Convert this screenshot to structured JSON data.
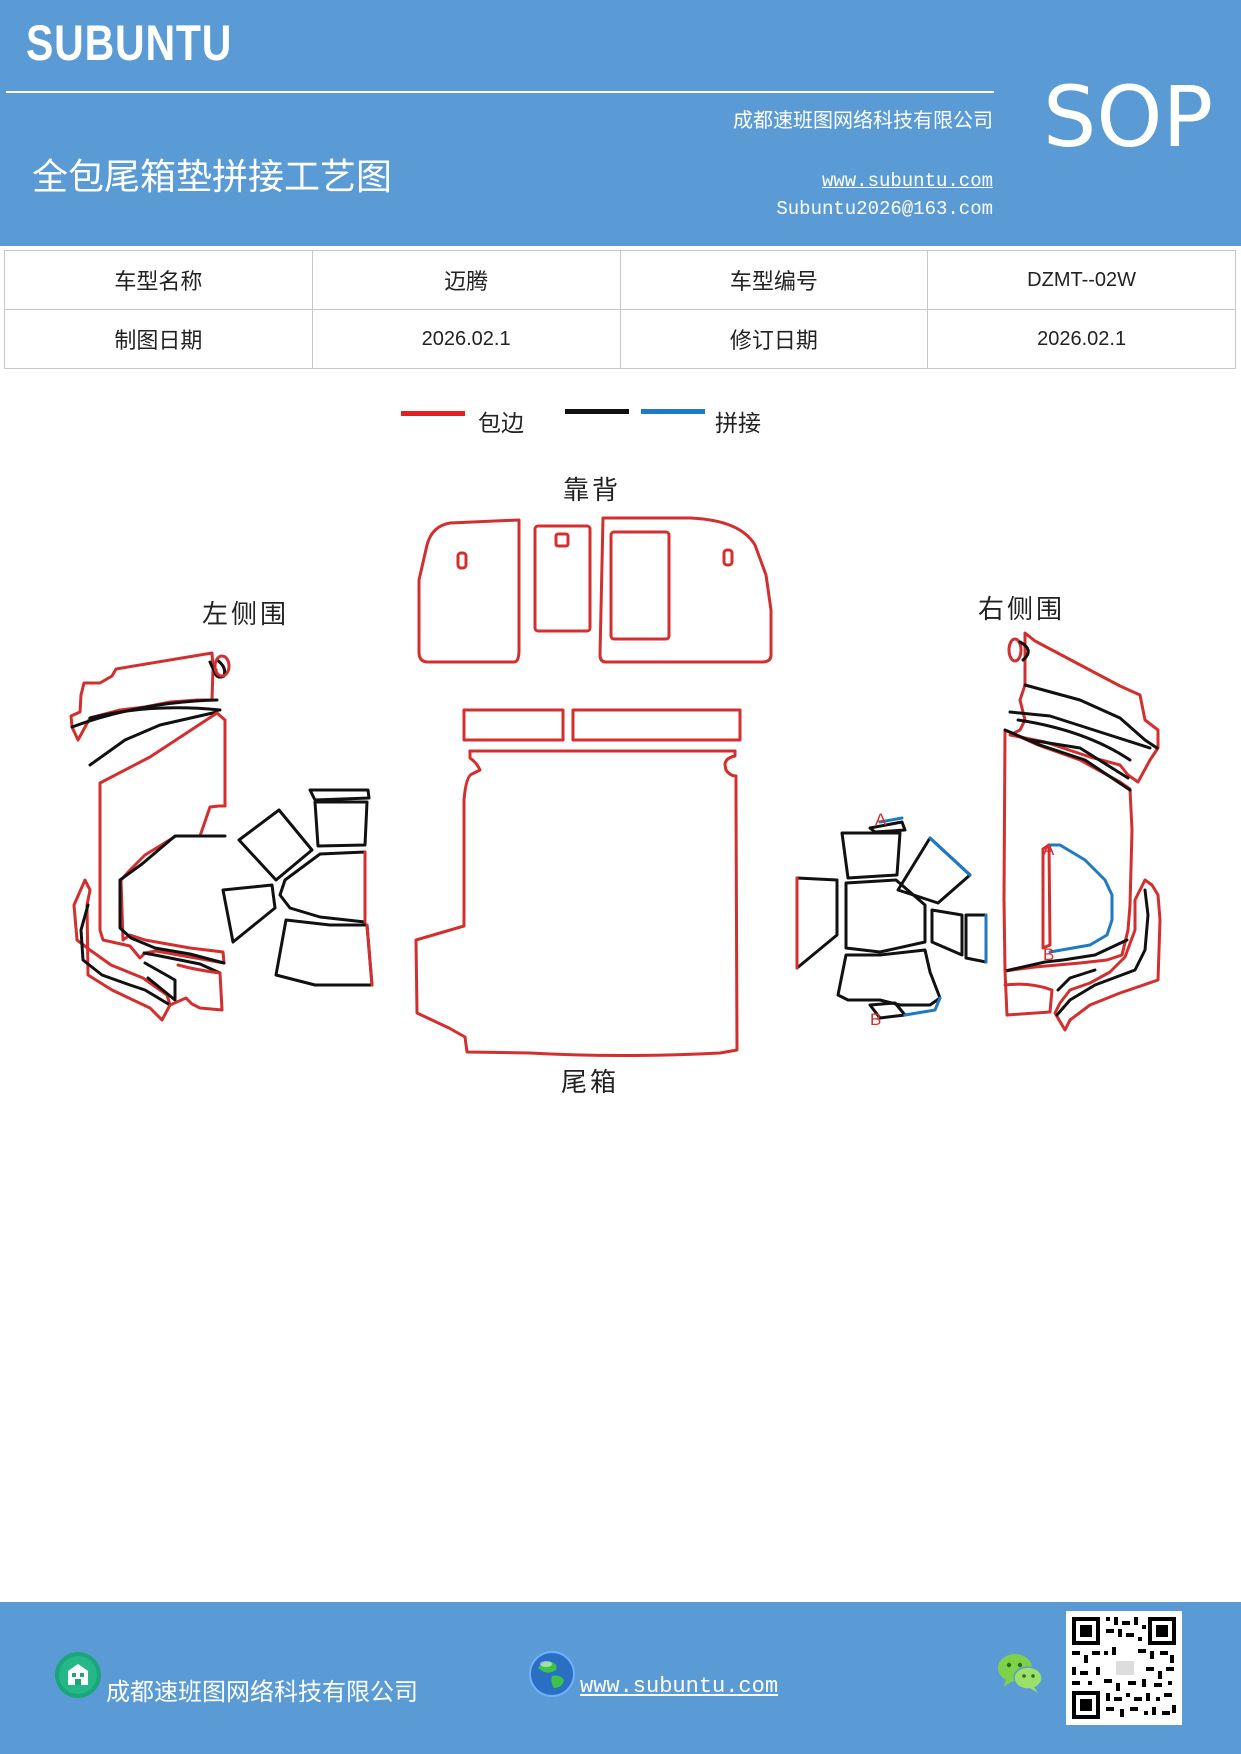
{
  "header": {
    "brand": "SUBUNTU",
    "sop": "SOP",
    "company": "成都速班图网络科技有限公司",
    "title": "全包尾箱垫拼接工艺图",
    "website": "www.subuntu.com",
    "email": "Subuntu2026@163.com"
  },
  "info_table": {
    "rows": [
      [
        "车型名称",
        "迈腾",
        "车型编号",
        "DZMT--02W"
      ],
      [
        "制图日期",
        "2026.02.1",
        "修订日期",
        "2026.02.1"
      ]
    ]
  },
  "legend": {
    "edge_label": "包边",
    "splice_label": "拼接",
    "edge_color": "#e32020",
    "black_color": "#111111",
    "splice_color": "#1f7ac6"
  },
  "diagram": {
    "back_label": "靠背",
    "left_label": "左侧围",
    "right_label": "右侧围",
    "trunk_label": "尾箱",
    "marker_a": "A",
    "marker_b": "B"
  },
  "footer": {
    "company": "成都速班图网络科技有限公司",
    "website": "www.subuntu.com "
  },
  "icons": [
    "building-icon",
    "globe-icon",
    "wechat-icon",
    "qr-code"
  ]
}
